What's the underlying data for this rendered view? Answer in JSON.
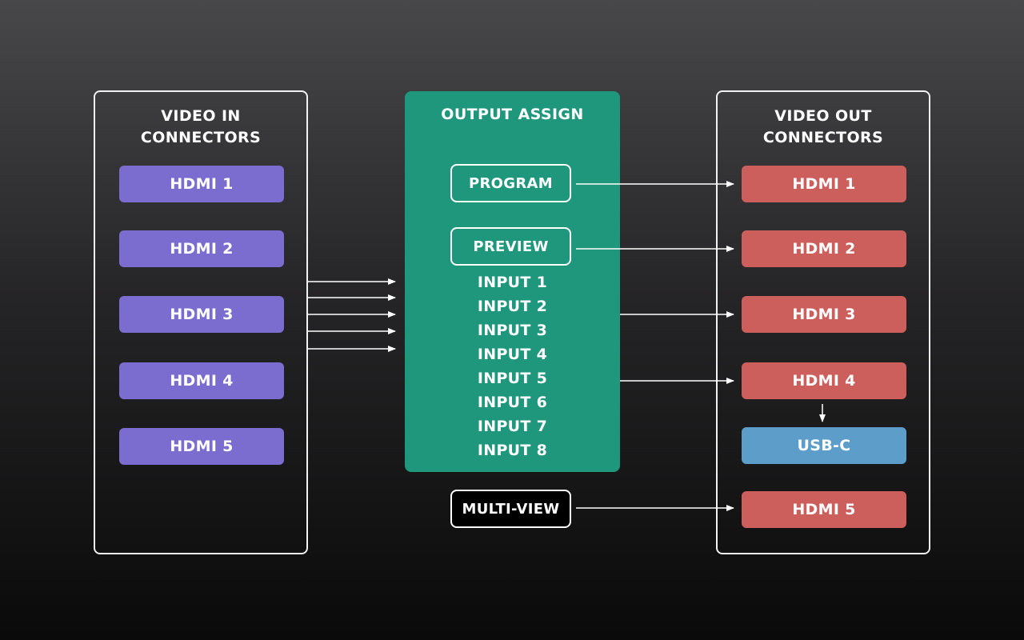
{
  "video_in": {
    "title": "VIDEO IN\nCONNECTORS",
    "title_line1": "VIDEO IN",
    "title_line2": "CONNECTORS",
    "connectors": [
      "HDMI 1",
      "HDMI 2",
      "HDMI 3",
      "HDMI 4",
      "HDMI 5"
    ]
  },
  "output_assign": {
    "title": "OUTPUT ASSIGN",
    "program": "PROGRAM",
    "preview": "PREVIEW",
    "inputs": [
      "INPUT 1",
      "INPUT 2",
      "INPUT 3",
      "INPUT 4",
      "INPUT 5",
      "INPUT 6",
      "INPUT 7",
      "INPUT 8"
    ],
    "multiview": "MULTI-VIEW"
  },
  "video_out": {
    "title_line1": "VIDEO OUT",
    "title_line2": "CONNECTORS",
    "connectors": [
      "HDMI 1",
      "HDMI 2",
      "HDMI 3",
      "HDMI 4",
      "USB-C",
      "HDMI 5"
    ]
  },
  "colors": {
    "input_connector": "#7b6ccf",
    "output_connector": "#cc5e5b",
    "usb_connector": "#5c9ec9",
    "output_assign_panel": "#1f977d",
    "arrow": "#ffffff"
  }
}
